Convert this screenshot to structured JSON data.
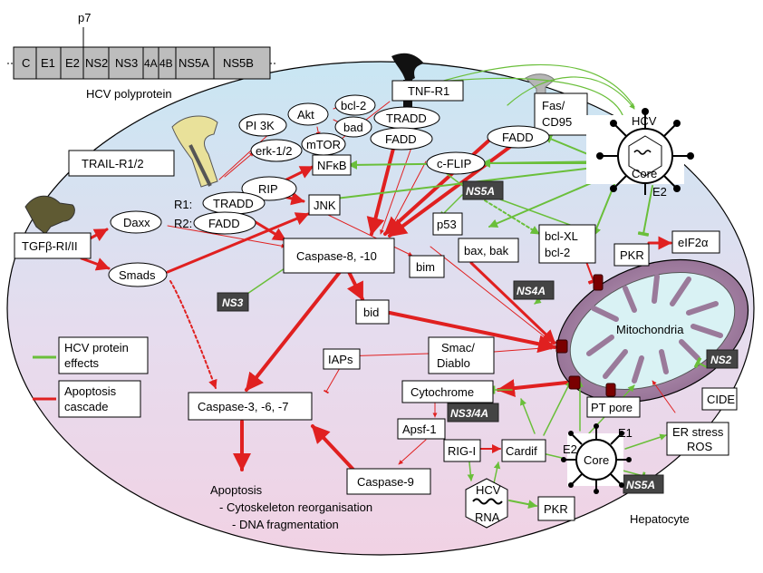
{
  "polyprotein": {
    "segments": [
      "C",
      "E1",
      "E2",
      "NS2",
      "NS3",
      "4A",
      "4B",
      "NS5A",
      "NS5B"
    ],
    "marker": "p7",
    "caption": "HCV polyprotein"
  },
  "receptors": {
    "tnf": "TNF-R1",
    "fas_line1": "Fas/",
    "fas_line2": "CD95",
    "trail": "TRAIL-R1/2",
    "tgf": "TGFβ-RI/II",
    "r1": "R1:",
    "r2": "R2:"
  },
  "nodes": {
    "tradd_top": "TRADD",
    "fadd_top": "FADD",
    "fadd_fas": "FADD",
    "tradd_trail": "TRADD",
    "fadd_trail": "FADD",
    "pi3k": "PI 3K",
    "akt": "Akt",
    "bcl2": "bcl-2",
    "bad": "bad",
    "erk": "erk-1/2",
    "mtor": "mTOR",
    "nfkb": "NFκB",
    "rip": "RIP",
    "jnk": "JNK",
    "cflip": "c-FLIP",
    "daxx": "Daxx",
    "smads": "Smads",
    "p53": "p53",
    "baxbak": "bax, bak",
    "bclxl_1": "bcl-XL",
    "bclxl_2": "bcl-2",
    "pkr_top": "PKR",
    "eif2a": "eIF2α",
    "casp8": "Caspase-8, -10",
    "bim": "bim",
    "bid": "bid",
    "smac_1": "Smac/",
    "smac_2": "Diablo",
    "iaps": "IAPs",
    "casp3": "Caspase-3, -6, -7",
    "cytochrome": "Cytochrome",
    "apsf": "Apsf-1",
    "casp9": "Caspase-9",
    "rigi": "RIG-I",
    "cardif": "Cardif",
    "pkr_bottom": "PKR",
    "hcv_rna_1": "HCV",
    "hcv_rna_2": "RNA",
    "cide": "CIDE",
    "mitochondria": "Mitochondria",
    "pt_pore": "PT pore",
    "er_1": "ER stress",
    "er_2": "ROS"
  },
  "hcv_proteins": {
    "ns5a_top": "NS5A",
    "ns3": "NS3",
    "ns4a": "NS4A",
    "ns2": "NS2",
    "ns34a": "NS3/4A",
    "ns5a_bottom": "NS5A"
  },
  "virus": {
    "label": "HCV",
    "core_top": "Core",
    "e2_top": "E2",
    "core_bottom": "Core",
    "e1_bottom": "E1",
    "e2_bottom": "E2"
  },
  "legend": {
    "green": "HCV protein effects",
    "green_2": "effects",
    "green_1": "HCV protein",
    "red_1": "Apoptosis",
    "red_2": "cascade"
  },
  "outcome": {
    "title": "Apoptosis",
    "line1": "- Cytoskeleton reorganisation",
    "line2": "- DNA fragmentation"
  },
  "cell_label": "Hepatocyte",
  "colors": {
    "apoptosis": "#e02020",
    "hcv_effect": "#6abf3a",
    "cell_fill_top": "#c9e6f3",
    "cell_fill_bottom": "#f1d2e4",
    "mito_fill": "#a983a8"
  }
}
